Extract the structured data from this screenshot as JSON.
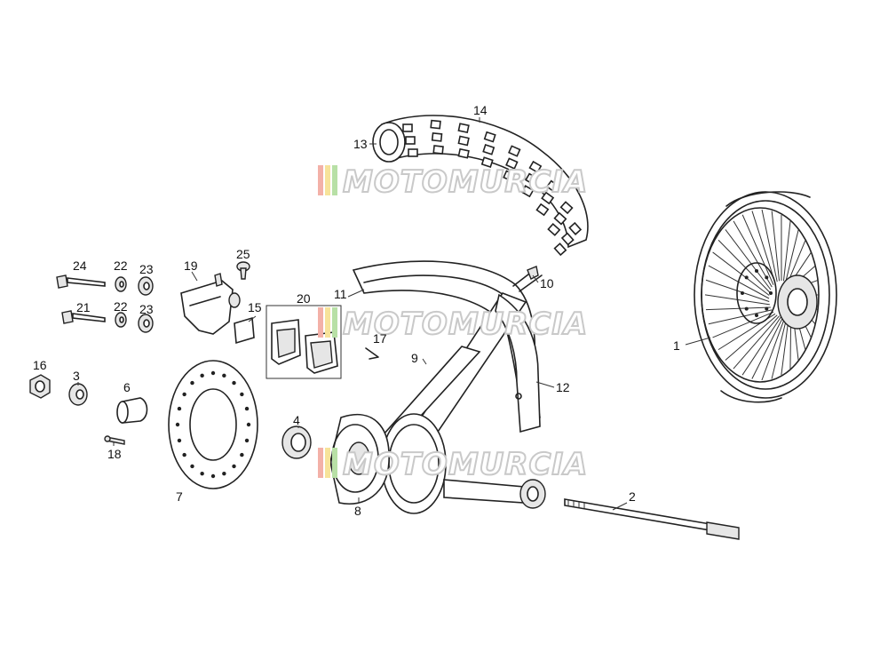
{
  "labels": {
    "p1": "1",
    "p2": "2",
    "p3": "3",
    "p4": "4",
    "p6": "6",
    "p7": "7",
    "p8": "8",
    "p9": "9",
    "p10": "10",
    "p11": "11",
    "p12": "12",
    "p13": "13",
    "p14": "14",
    "p15": "15",
    "p16": "16",
    "p17": "17",
    "p18": "18",
    "p19": "19",
    "p20": "20",
    "p21": "21",
    "p22a": "22",
    "p22b": "22",
    "p23a": "23",
    "p23b": "23",
    "p24": "24",
    "p25": "25"
  },
  "watermark": {
    "text": "MOTOMURCIA",
    "stripes": [
      "#f3b1a8",
      "#f7e39a",
      "#b8e0a6"
    ]
  }
}
